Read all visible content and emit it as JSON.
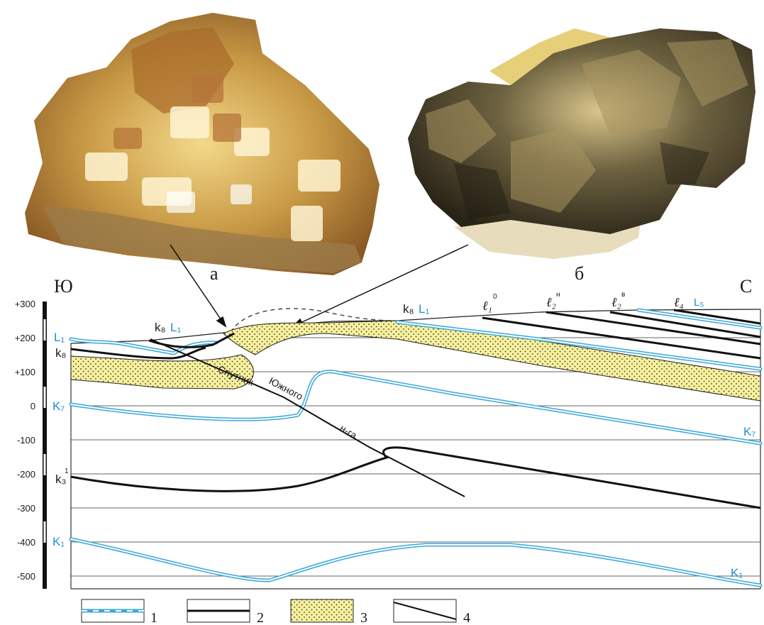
{
  "photo_labels": {
    "a": "а",
    "b": "б"
  },
  "directions": {
    "south": "Ю",
    "north": "С"
  },
  "depth_ticks": [
    "+300",
    "+200",
    "+100",
    "0",
    "-100",
    "-200",
    "-300",
    "-400",
    "-500"
  ],
  "layer_labels": {
    "L1_left": "L₁",
    "k8_left": "k₈",
    "K7_left": "K₇",
    "k3_left": "k₃",
    "k3_sup": "1",
    "K1_left": "K₁",
    "k8_top_a": "k₈",
    "L1_top_a": "L₁",
    "k8_top_b": "k₈",
    "L1_top_b": "L₁",
    "l1_top": "ℓ₁",
    "l1_sup": "0",
    "l2n_top": "ℓ₂",
    "l2n_sup": "н",
    "l2v_top": "ℓ₂",
    "l2v_sup": "в",
    "l4_top": "ℓ₄",
    "L5_top": "L₅",
    "K7_right": "K₇",
    "K1_right": "K₁"
  },
  "fault_label": [
    "Спутник",
    "Южного",
    "н-га"
  ],
  "legend": [
    "1",
    "2",
    "3",
    "4"
  ],
  "colors": {
    "limestone_blue": "#3aa7d8",
    "coal_black": "#111111",
    "sandstone_yellow": "#f6ef9a",
    "grid": "#555555"
  }
}
